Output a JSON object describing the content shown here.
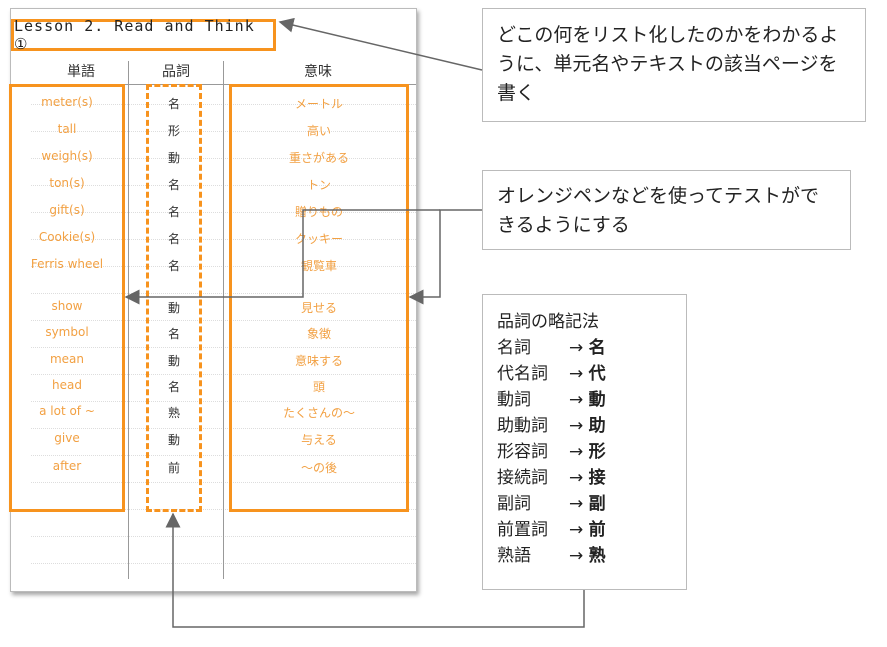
{
  "notebook": {
    "title": "Lesson 2. Read and Think ①",
    "headers": [
      "単語",
      "品詞",
      "意味"
    ],
    "rows": [
      {
        "word": "meter(s)",
        "pos": "名",
        "meaning": "メートル"
      },
      {
        "word": "tall",
        "pos": "形",
        "meaning": "高い"
      },
      {
        "word": "weigh(s)",
        "pos": "動",
        "meaning": "重さがある"
      },
      {
        "word": "ton(s)",
        "pos": "名",
        "meaning": "トン"
      },
      {
        "word": "gift(s)",
        "pos": "名",
        "meaning": "贈りもの"
      },
      {
        "word": "Cookie(s)",
        "pos": "名",
        "meaning": "クッキー"
      },
      {
        "word": "Ferris wheel",
        "pos": "名",
        "meaning": "観覧車"
      },
      {
        "word": "show",
        "pos": "動",
        "meaning": "見せる"
      },
      {
        "word": "symbol",
        "pos": "名",
        "meaning": "象徴"
      },
      {
        "word": "mean",
        "pos": "動",
        "meaning": "意味する"
      },
      {
        "word": "head",
        "pos": "名",
        "meaning": "頭"
      },
      {
        "word": "a lot of ~",
        "pos": "熟",
        "meaning": "たくさんの～"
      },
      {
        "word": "give",
        "pos": "動",
        "meaning": "与える"
      },
      {
        "word": "after",
        "pos": "前",
        "meaning": "～の後"
      }
    ]
  },
  "callouts": {
    "title_note": "どこの何をリスト化したのかをわかるように、単元名やテキストの該当ページを書く",
    "test_note": "オレンジペンなどを使ってテストができるようにする",
    "legend_title": "品詞の略記法",
    "legend": [
      {
        "full": "名詞",
        "abbr": "名"
      },
      {
        "full": "代名詞",
        "abbr": "代"
      },
      {
        "full": "動詞",
        "abbr": "動"
      },
      {
        "full": "助動詞",
        "abbr": "助"
      },
      {
        "full": "形容詞",
        "abbr": "形"
      },
      {
        "full": "接続詞",
        "abbr": "接"
      },
      {
        "full": "副詞",
        "abbr": "副"
      },
      {
        "full": "前置詞",
        "abbr": "前"
      },
      {
        "full": "熟語",
        "abbr": "熟"
      }
    ],
    "arrow": "→"
  },
  "colors": {
    "accent": "#f7931e",
    "handwriting": "#f2a042",
    "arrow": "#666666"
  }
}
